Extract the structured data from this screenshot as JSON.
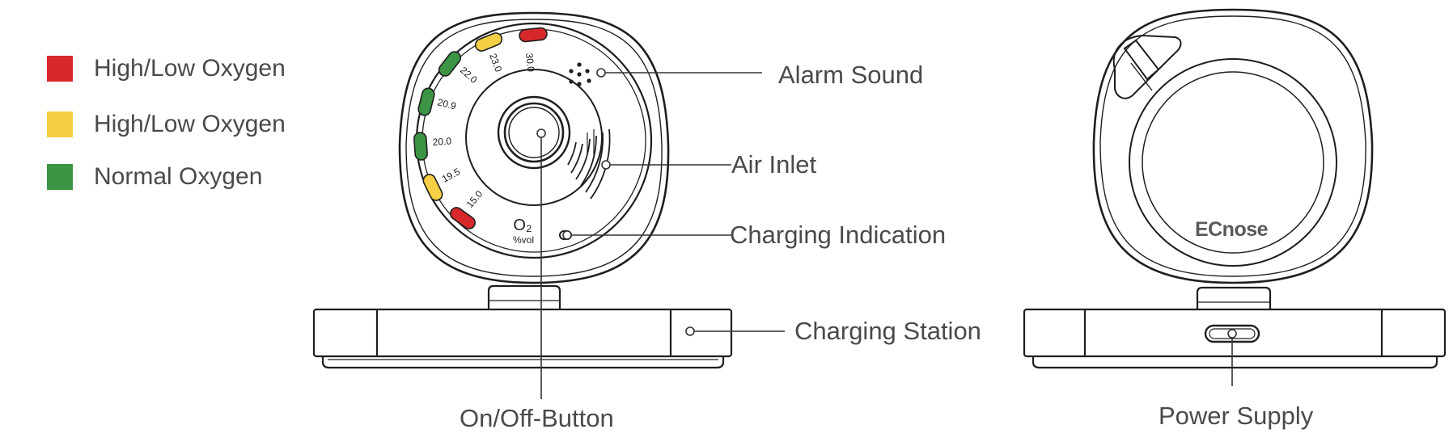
{
  "legend": [
    {
      "label": "High/Low Oxygen",
      "color": "#d7282b"
    },
    {
      "label": "High/Low Oxygen",
      "color": "#f5cf45"
    },
    {
      "label": "Normal Oxygen",
      "color": "#3d9444"
    }
  ],
  "dial": {
    "scale": [
      {
        "value": "30.0",
        "color": "#d7282b"
      },
      {
        "value": "23.0",
        "color": "#f5cf45"
      },
      {
        "value": "22.0",
        "color": "#3d9444"
      },
      {
        "value": "20.9",
        "color": "#3d9444"
      },
      {
        "value": "20.0",
        "color": "#3d9444"
      },
      {
        "value": "19.5",
        "color": "#f5cf45"
      },
      {
        "value": "15.0",
        "color": "#d7282b"
      }
    ],
    "gas_symbol": "O₂",
    "unit": "%vol"
  },
  "callouts": {
    "alarm_sound": "Alarm Sound",
    "air_inlet": "Air Inlet",
    "charging_indication": "Charging Indication",
    "charging_station": "Charging Station",
    "on_off_button": "On/Off-Button",
    "power_supply": "Power Supply"
  },
  "brand": "ECnose"
}
